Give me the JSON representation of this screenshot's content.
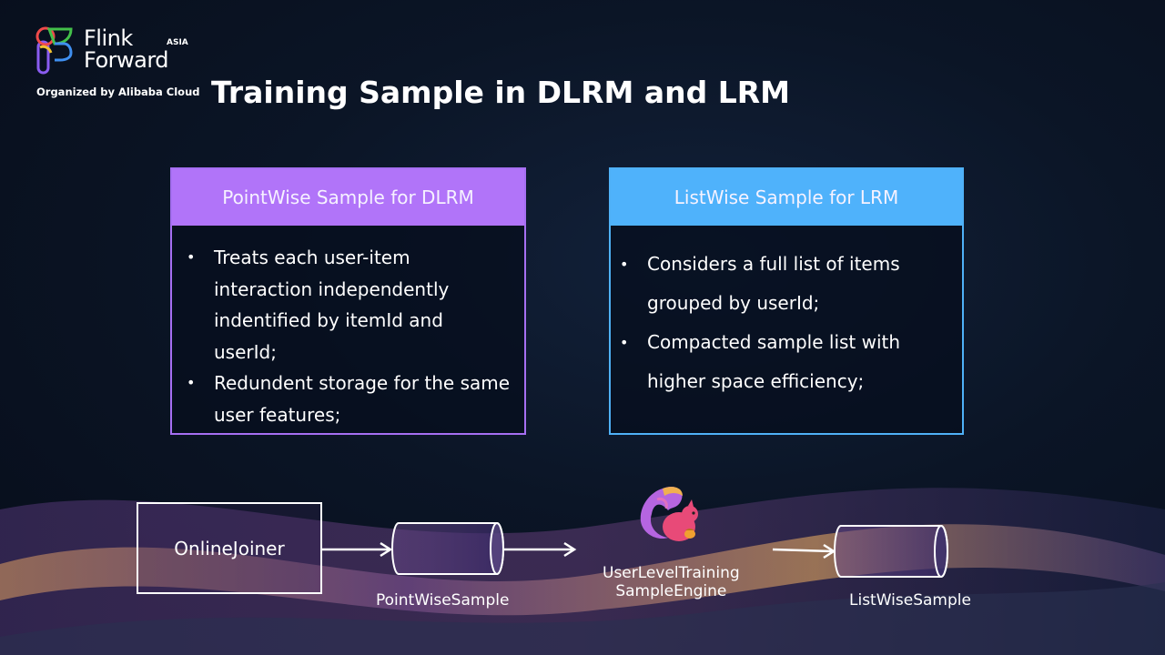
{
  "logo": {
    "line1": "Flink",
    "line2": "Forward",
    "region": "ASIA",
    "organizer": "Organized by Alibaba Cloud"
  },
  "page": {
    "title": "Training Sample in DLRM and LRM"
  },
  "cards": [
    {
      "title": "PointWise Sample for DLRM",
      "accent": "#b174f9",
      "bullets": [
        "Treats each user-item interaction independently indentified by itemId and userId;",
        "Redundent storage for the same user features;"
      ]
    },
    {
      "title": "ListWise Sample for LRM",
      "accent": "#4fb2fb",
      "bullets": [
        "Considers a full list of items grouped by userId;",
        "Compacted sample list with higher space efficiency;"
      ]
    }
  ],
  "flow": {
    "source": "OnlineJoiner",
    "pointwise_store": "PointWiseSample",
    "engine_line1": "UserLevelTraining",
    "engine_line2": "SampleEngine",
    "engine_icon": "flink-squirrel-icon",
    "listwise_store": "ListWiseSample"
  }
}
